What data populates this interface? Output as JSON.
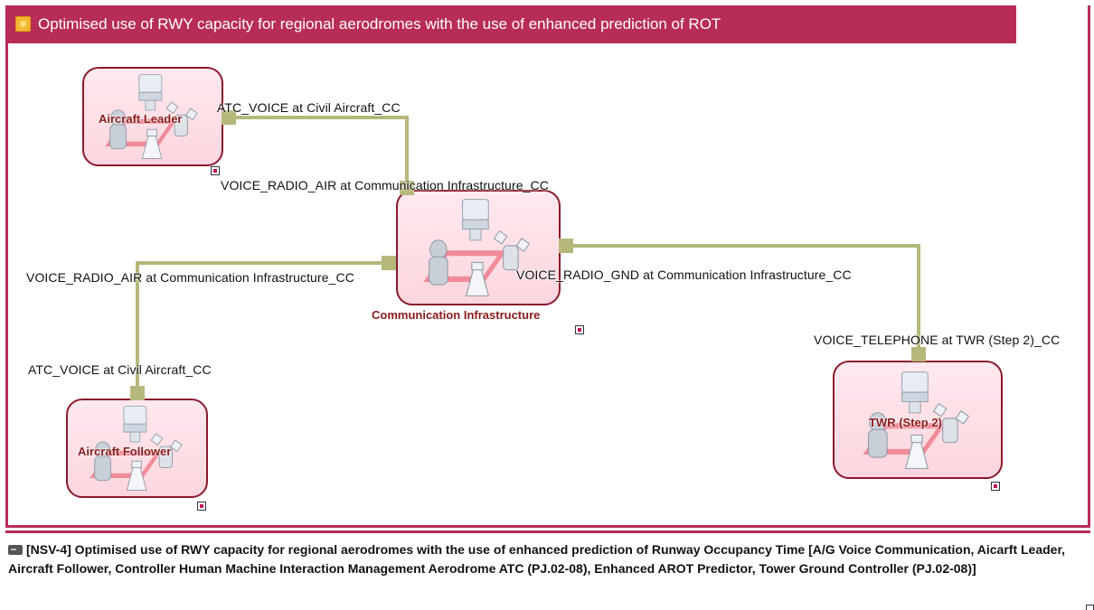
{
  "diagram": {
    "title": "Optimised use of RWY capacity for regional aerodromes with the use of enhanced prediction of ROT",
    "nodes": [
      {
        "label": "Aircraft Leader"
      },
      {
        "label": "Communication Infrastructure"
      },
      {
        "label": "Aircraft Follower"
      },
      {
        "label": "TWR (Step 2)"
      }
    ],
    "connectors": [
      "ATC_VOICE at Civil Aircraft_CC",
      "VOICE_RADIO_AIR at Communication Infrastructure_CC",
      "VOICE_RADIO_AIR at Communication Infrastructure_CC",
      "VOICE_RADIO_GND at Communication Infrastructure_CC",
      "ATC_VOICE at Civil Aircraft_CC",
      "VOICE_TELEPHONE at TWR (Step 2)_CC"
    ],
    "colors": {
      "frame": "#b82d55",
      "connector": "#b5b87a",
      "node_border": "#8b1a2b",
      "label": "#8b1a1a"
    }
  },
  "footer": {
    "text": "[NSV-4] Optimised use of RWY capacity for regional aerodromes with the use of enhanced prediction of Runway Occupancy Time [A/G Voice Communication, Aicarft Leader, Aircraft Follower, Controller Human Machine Interaction Management Aerodrome ATC (PJ.02-08), Enhanced AROT Predictor, Tower Ground Controller (PJ.02-08)]"
  }
}
